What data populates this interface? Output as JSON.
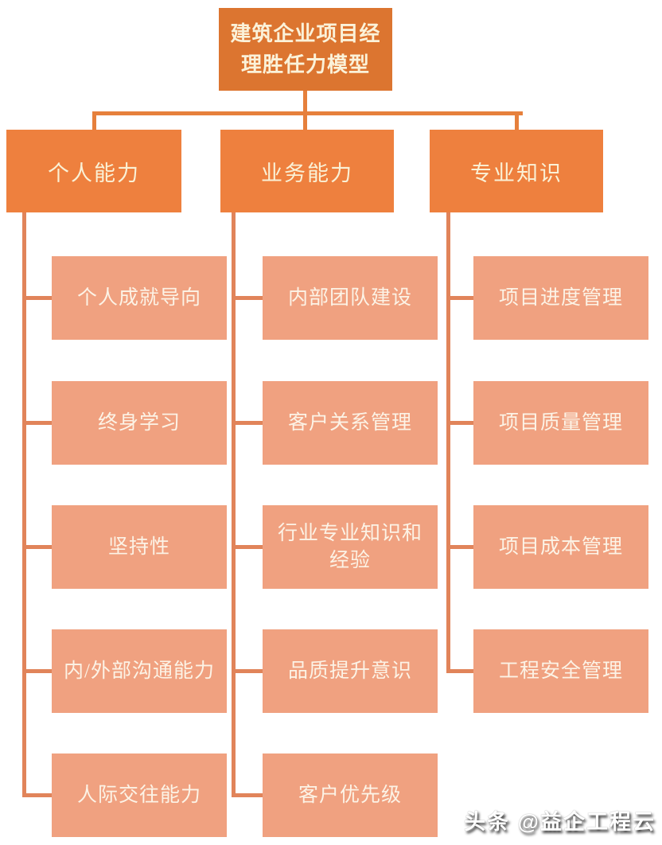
{
  "page": {
    "background": "#ffffff"
  },
  "chart": {
    "root": {
      "label": "建筑企业项目经理胜任力模型"
    },
    "branches": [
      {
        "label": "个人能力",
        "children": [
          "个人成就导向",
          "终身学习",
          "坚持性",
          "内/外部沟通能力",
          "人际交往能力"
        ]
      },
      {
        "label": "业务能力",
        "children": [
          "内部团队建设",
          "客户关系管理",
          "行业专业知识和经验",
          "品质提升意识",
          "客户优先级"
        ]
      },
      {
        "label": "专业知识",
        "children": [
          "项目进度管理",
          "项目质量管理",
          "项目成本管理",
          "工程安全管理"
        ]
      }
    ]
  },
  "watermark": {
    "text": "头条 @益企工程云"
  },
  "colors": {
    "root_box": "#DC7530",
    "branch_box": "#EE803E",
    "leaf_box": "#F0A180",
    "connector": "#E1845A",
    "tree_connector": "#E6803C",
    "root_text": "#FBF2D9",
    "branch_text": "#FAF1D6",
    "leaf_text": "#FCF3E6"
  }
}
